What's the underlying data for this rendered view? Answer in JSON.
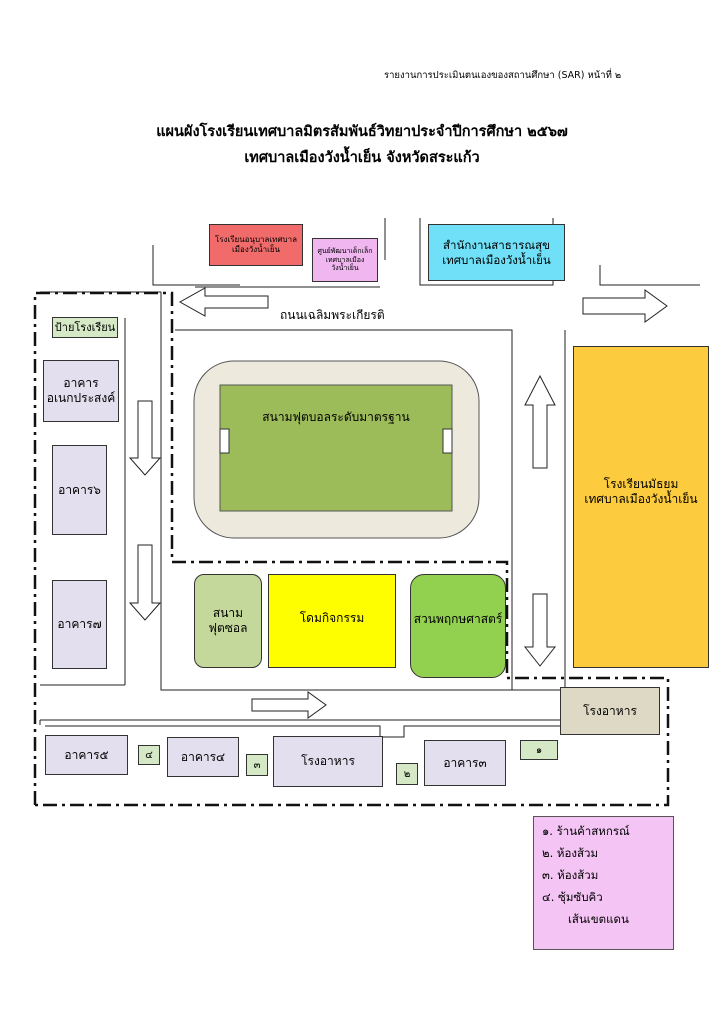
{
  "header": {
    "report_note": "รายงานการประเมินตนเองของสถานศึกษา (SAR) หน้าที่ ๒",
    "title_line1": "แผนผังโรงเรียนเทศบาลมิตรสัมพันธ์วิทยาประจำปีการศึกษา ๒๕๖๗",
    "title_line2": "เทศบาลเมืองวังน้ำเย็น จังหวัดสระแก้ว"
  },
  "map": {
    "road_label": "ถนนเฉลิมพระเกียรติ",
    "school_sign": "ป้ายโรงเรียน",
    "kindergarten_school": "โรงเรียนอนุบาลเทศบาลเมืองวังน้ำเย็น",
    "child_center": "ศูนย์พัฒนาเด็กเล็กเทศบาลเมืองวังน้ำเย็น",
    "health_office": "สำนักงานสาธารณสุขเทศบาลเมืองวังน้ำเย็น",
    "multipurpose_building": "อาคารอเนกประสงค์",
    "building6": "อาคาร๖",
    "building7": "อาคาร๗",
    "football_field": "สนามฟุตบอลระดับมาตรฐาน",
    "futsal_line1": "สนาม",
    "futsal_line2": "ฟุตซอล",
    "activity_dome": "โดมกิจกรรม",
    "botanical_garden": "สวนพฤกษศาสตร์",
    "secondary_school_line1": "โรงเรียนมัธยม",
    "secondary_school_line2": "เทศบาลเมืองวังน้ำเย็น",
    "canteen_right": "โรงอาหาร",
    "canteen_bottom": "โรงอาหาร",
    "building5": "อาคาร๕",
    "building4": "อาคาร๔",
    "building3": "อาคาร๓",
    "marker1": "๑",
    "marker2": "๒",
    "marker3": "๓",
    "marker4": "๔"
  },
  "legend": {
    "items": [
      "๑. ร้านค้าสหกรณ์",
      "๒. ห้องส้วม",
      "๓. ห้องส้วม",
      "๔. ซุ้มซับคิว"
    ],
    "boundary_label": "เส้นเขตแดน"
  },
  "colors": {
    "kindergarten": "#f26b6b",
    "child_center": "#f0b6ef",
    "health_office": "#6fe0f7",
    "secondary_school": "#fdcb3e",
    "football_field": "#9cbb59",
    "track": "#ede9dd",
    "futsal": "#c4d89b",
    "dome": "#fefe00",
    "garden": "#92d050",
    "canteen": "#ddd9c4",
    "buildings": "#e3dfee",
    "markers": "#d6e9c6",
    "legend": "#f4c5f4"
  }
}
